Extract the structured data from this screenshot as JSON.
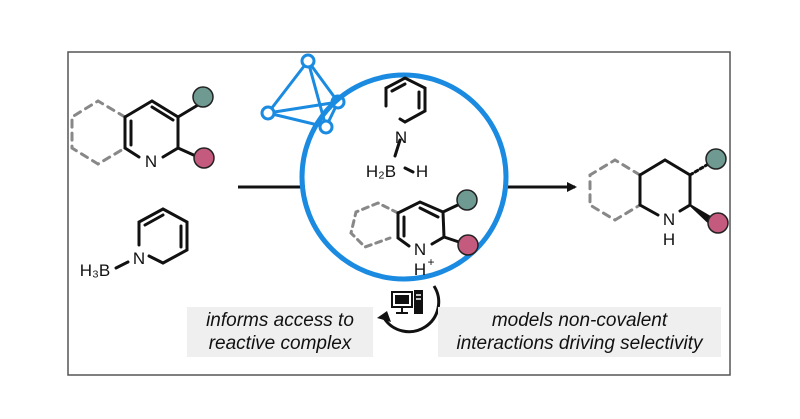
{
  "diagram": {
    "colors": {
      "frame": "#555555",
      "bond": "#111111",
      "dashed_ring": "#888888",
      "catalyst_blue": "#1a8be0",
      "substituent_teal": "#6e9a92",
      "substituent_pink": "#c45a7d",
      "caption_bg": "#efefef"
    },
    "atoms": {
      "pyridine_n": "N",
      "borane_n": "N",
      "borane_h3b": "H₃B",
      "complex_n": "N",
      "complex_h2b": "H₂B",
      "complex_h": "H",
      "pyridinium_n": "N",
      "pyridinium_h": "H",
      "pyridinium_charge": "+",
      "product_nh": "N",
      "product_h": "H"
    },
    "captions": {
      "left": [
        "informs access to",
        "reactive complex"
      ],
      "right": [
        "models non-covalent",
        "interactions driving selectivity"
      ]
    },
    "icons": {
      "computer": "computer-icon",
      "cycle_arrow": "cycle-arrow-icon",
      "catalyst": "tetrahedral-cluster-icon"
    }
  }
}
